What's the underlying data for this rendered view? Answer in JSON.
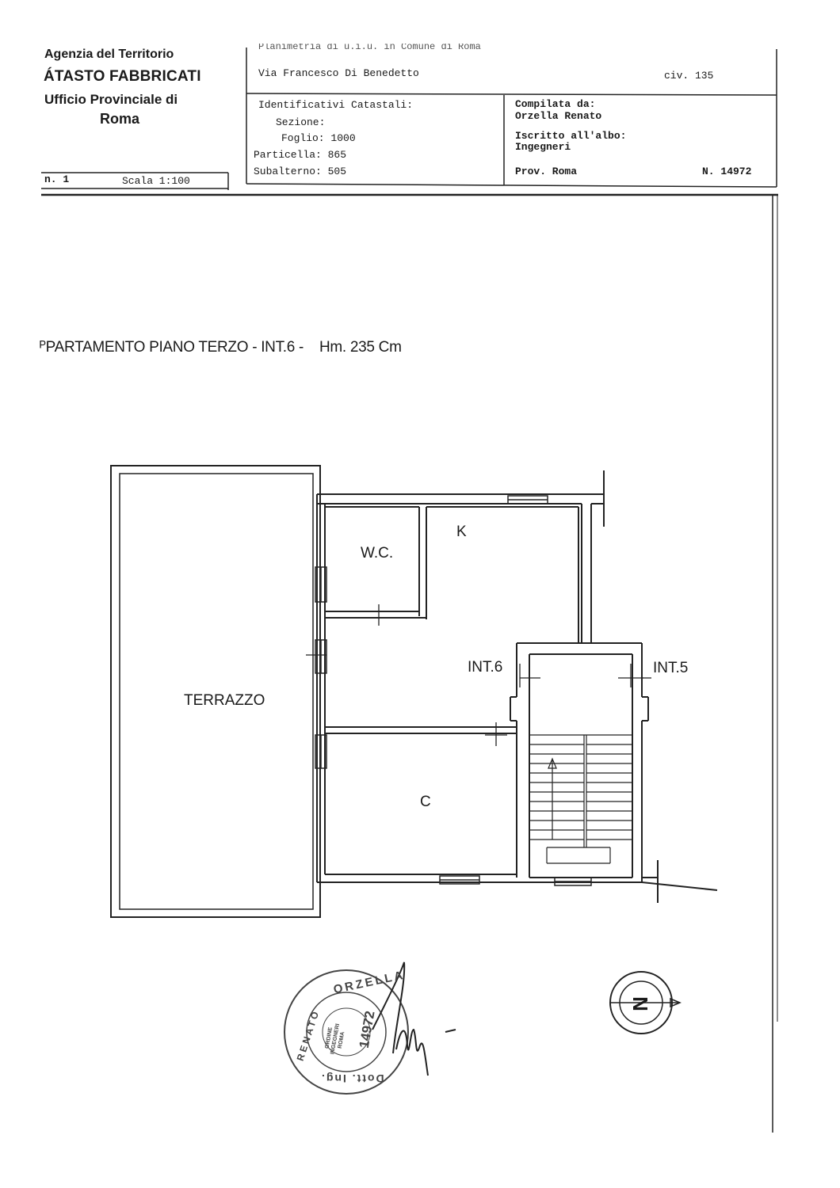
{
  "header": {
    "agency": "Agenzia del Territorio",
    "catasto": "ÁTASTO FABBRICATI",
    "office": "Ufficio Provinciale di",
    "city": "Roma",
    "sheet_no": "n. 1",
    "scale": "Scala 1:100",
    "planimetry_line": "Planimetria di u.i.u. in Comune di Roma",
    "street": "Via Francesco Di Benedetto",
    "civic": "civ. 135",
    "identifiers": {
      "title": "Identificativi Catastali:",
      "sezione": "Sezione:",
      "foglio": "Foglio: 1000",
      "particella": "Particella: 865",
      "subalterno": "Subalterno: 505"
    },
    "compiler": {
      "label": "Compilata da:",
      "name": "Orzella Renato",
      "register_label": "Iscritto all'albo:",
      "register": "Ingegneri",
      "province": "Prov. Roma",
      "number": "N. 14972"
    }
  },
  "plan": {
    "title": "ᴾPARTAMENTO PIANO TERZO - INT.6 -    Hm. 235 Cm",
    "rooms": {
      "terrace": "TERRAZZO",
      "wc": "W.C.",
      "kitchen": "K",
      "room_c": "C",
      "int6": "INT.6",
      "int5": "INT.5"
    }
  },
  "stamp": {
    "name_arc": "ORZELLA",
    "prefix_arc": "RENATO",
    "bottom_arc": "Dott. Ing.",
    "number": "14972",
    "inner_lines": [
      "ORDINE",
      "INGEGNERI",
      "ROMA"
    ]
  },
  "north": {
    "letter": "N"
  }
}
